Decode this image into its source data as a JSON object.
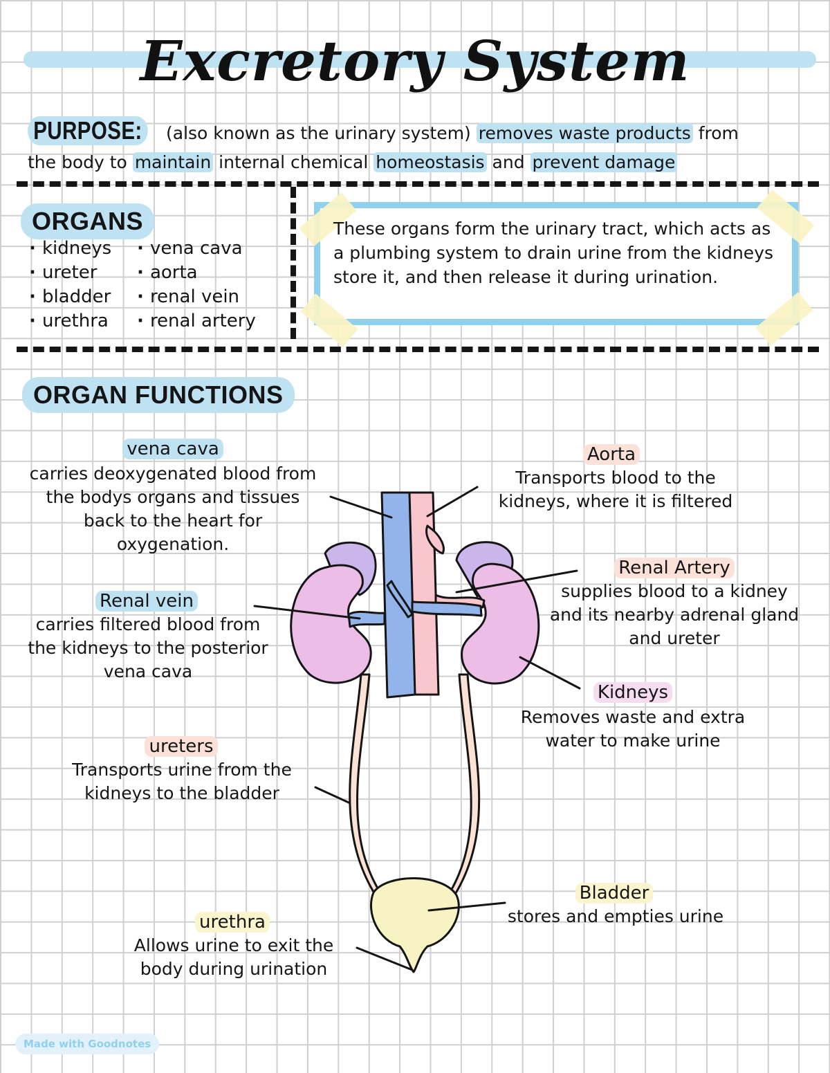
{
  "title": "Excretory System",
  "purpose": {
    "heading": "PURPOSE:",
    "paren": "(also known as the urinary system)",
    "highlight1": "removes waste products",
    "t1": "from",
    "t2": "the body to",
    "highlight2": "maintain",
    "t3": "internal chemical",
    "highlight3": "homeostasis",
    "t4": "and",
    "highlight4": "prevent damage"
  },
  "organs": {
    "heading": "ORGANS",
    "col1": [
      "kidneys",
      "ureter",
      "bladder",
      "urethra"
    ],
    "col2": [
      "vena cava",
      "aorta",
      "renal vein",
      "renal artery"
    ]
  },
  "note": "These organs form the urinary tract, which acts as a plumbing system to drain urine from the kidneys store it, and then release it during urination.",
  "functions": {
    "heading": "ORGAN FUNCTIONS",
    "vena_cava": {
      "title": "vena cava",
      "body": "carries deoxygenated blood from the bodys organs and tissues back to the heart for oxygenation."
    },
    "aorta": {
      "title": "Aorta",
      "body": "Transports blood to the kidneys, where it is filtered"
    },
    "renal_artery": {
      "title": "Renal Artery",
      "body": "supplies blood to a kidney and its nearby adrenal gland and ureter"
    },
    "renal_vein": {
      "title": "Renal vein",
      "body": "carries filtered blood from the kidneys to the posterior vena cava"
    },
    "kidneys": {
      "title": "Kidneys",
      "body": "Removes waste and extra water to make urine"
    },
    "ureters": {
      "title": "ureters",
      "body": "Transports urine from the kidneys to the bladder"
    },
    "bladder": {
      "title": "Bladder",
      "body": "stores and empties urine"
    },
    "urethra": {
      "title": "urethra",
      "body": "Allows urine to exit the body during urination"
    }
  },
  "watermark": "Made with Goodnotes",
  "colors": {
    "highlight_blue": "#bfe2f3",
    "box_border": "#8fd1ec",
    "vein_blue": "#92b4ea",
    "artery_pink": "#f8c6cc",
    "kidney_pink": "#ecbde6",
    "adrenal_purple": "#cab6ea",
    "ureter_peach": "#fbe2d4",
    "bladder_yellow": "#f8f3c2",
    "tape_yellow": "#fbf3c4",
    "label_peach": "#fce1d8",
    "label_yellow": "#faf4cf"
  }
}
